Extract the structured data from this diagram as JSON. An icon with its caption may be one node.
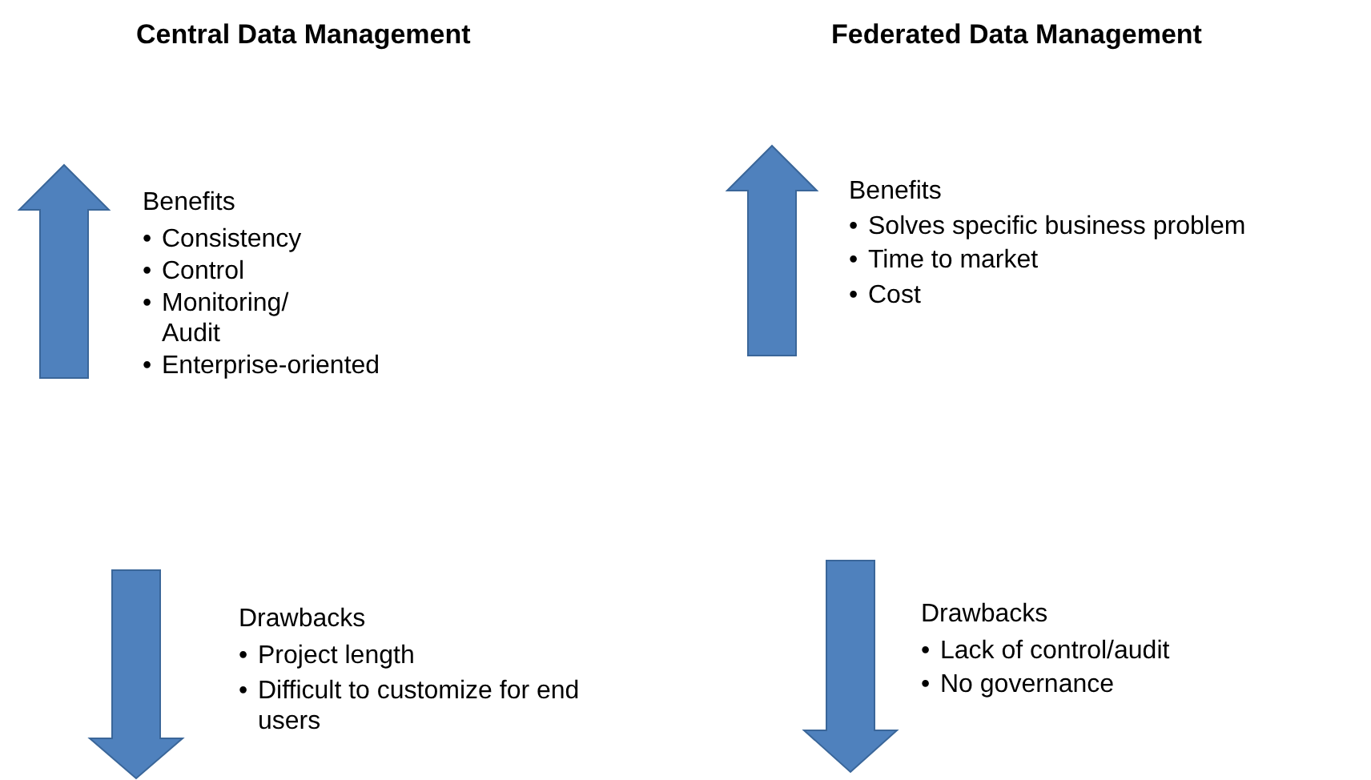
{
  "diagram": {
    "labels": [
      "Central Data Management",
      "Federated Data Management",
      "Benefits",
      "•",
      "Consistency",
      "•",
      "Control",
      "•",
      "Monitoring/ Audit",
      "•",
      "Enterprise-oriented",
      "Benefits",
      "•",
      "Solves specific business problem",
      "•",
      "Time to market",
      "•",
      "Cost",
      "Drawbacks",
      "•",
      "Project length",
      "•",
      "Difficult to customize for end users",
      "Drawbacks",
      "•",
      "Lack of control/audit",
      "•",
      "No governance"
    ]
  }
}
